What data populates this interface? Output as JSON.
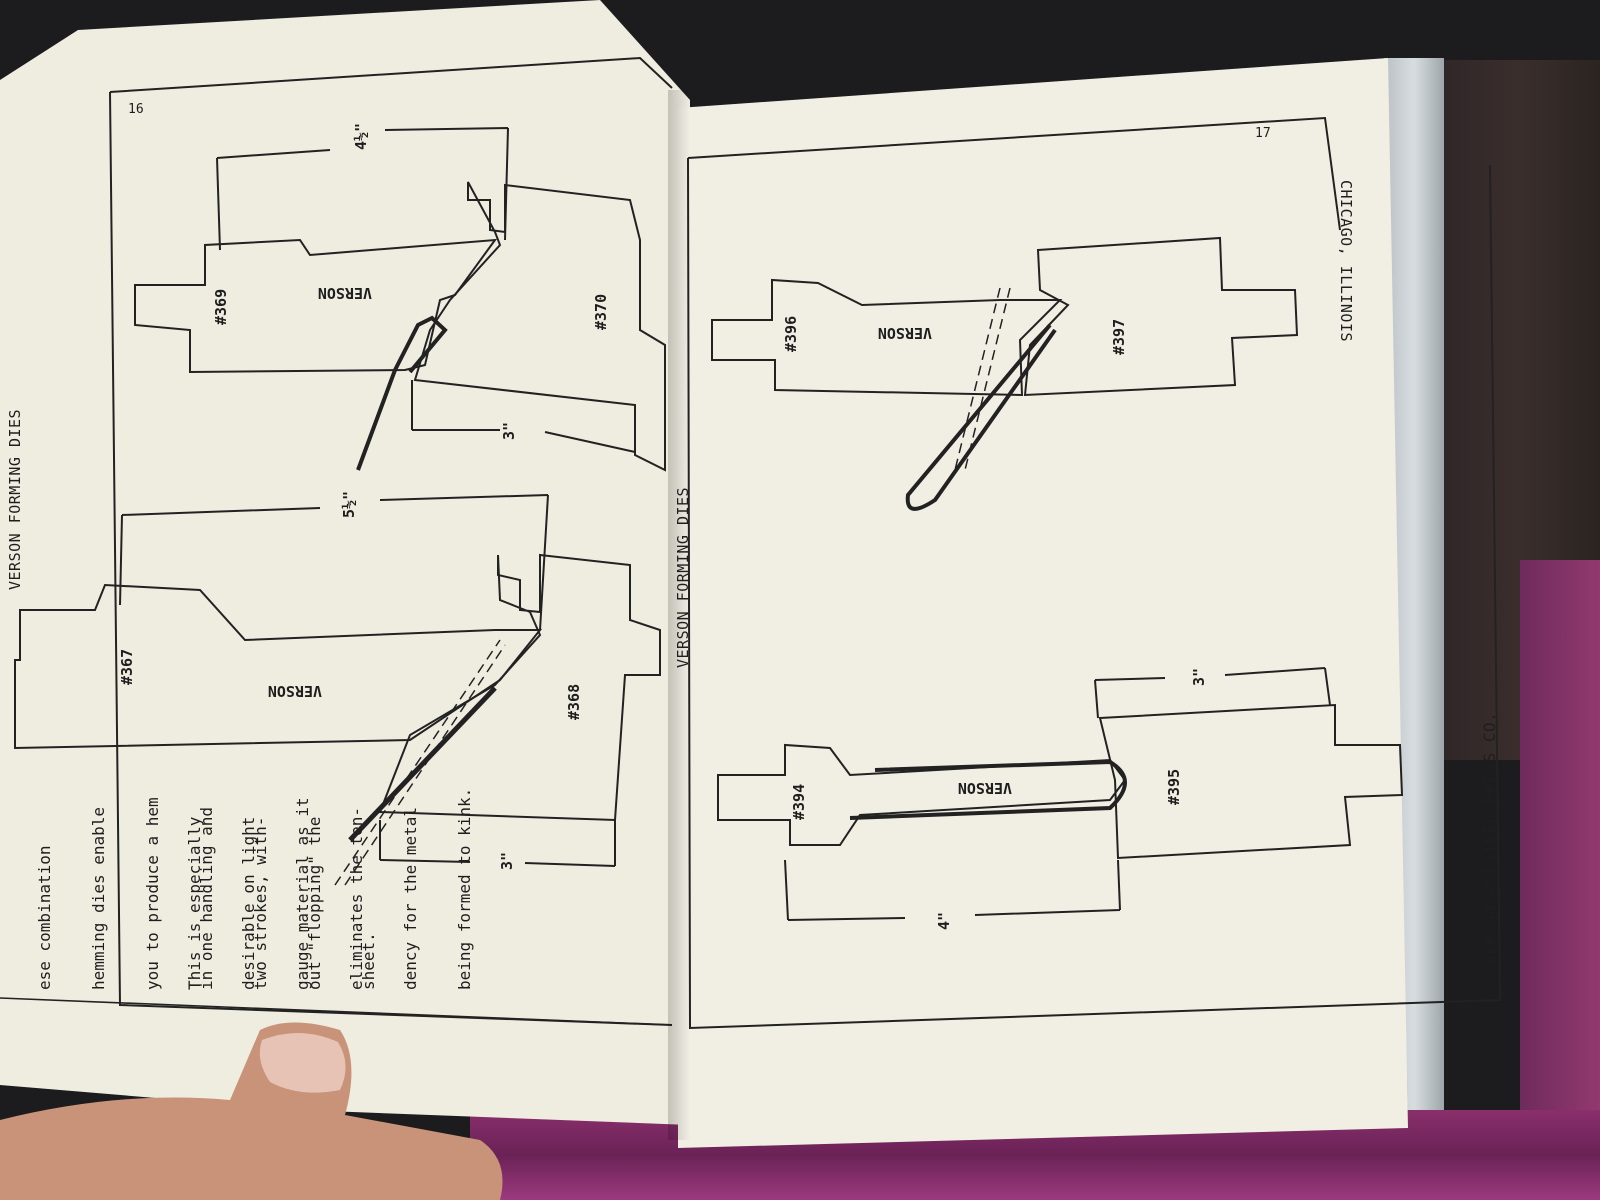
{
  "left_page": {
    "page_number": "16",
    "running_header": "VERSON FORMING DIES",
    "dies": [
      {
        "number": "#369",
        "brand": "VERSON"
      },
      {
        "number": "#370"
      },
      {
        "number": "#367",
        "brand": "VERSON"
      },
      {
        "number": "#368"
      }
    ],
    "dimensions": [
      "4½\"",
      "3\"",
      "5½\"",
      "3\""
    ],
    "paragraph_1": [
      "ese combination",
      "hemming dies enable",
      "you to produce a hem",
      "in one handling and",
      "two strokes, with-",
      "out \"flopping\" the",
      "sheet."
    ],
    "paragraph_2": [
      "This is especially",
      "desirable on light",
      "gauge material as it",
      "eliminates the ten-",
      "dency for the metal",
      "being formed to kink."
    ]
  },
  "right_page": {
    "page_number": "17",
    "running_header": "VERSON FORMING DIES",
    "location": "CHICAGO, ILLINOIS",
    "company": "VERSON ALLSTEEL PRESS CO.",
    "dies": [
      {
        "number": "#396",
        "brand": "VERSON"
      },
      {
        "number": "#397"
      },
      {
        "number": "#394",
        "brand": "VERSON"
      },
      {
        "number": "#395"
      }
    ],
    "dimensions": [
      "3\"",
      "4\""
    ]
  }
}
